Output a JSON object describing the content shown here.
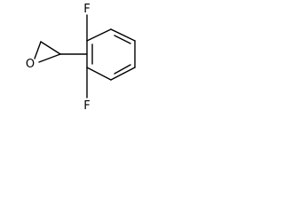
{
  "molecule": {
    "atoms": {
      "fluorine_top": "F",
      "fluorine_bottom": "F",
      "oxygen": "O"
    }
  },
  "colors": {
    "bond": "#000000",
    "background": "#ffffff"
  }
}
